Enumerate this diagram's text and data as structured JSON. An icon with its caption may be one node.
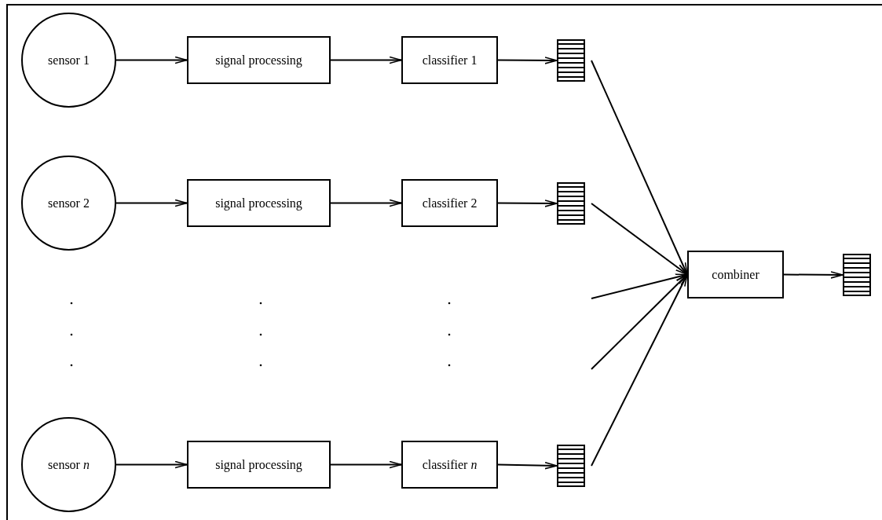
{
  "diagram": {
    "nodes": [
      {
        "text": [
          "sensor 1"
        ]
      },
      {
        "text": [
          "signal processing"
        ]
      },
      {
        "text": [
          "classifier 1"
        ]
      },
      {
        "text": [],
        "shape": "box"
      },
      {
        "text": [
          "sensor 2"
        ]
      },
      {
        "text": [
          "signal processing"
        ]
      },
      {
        "text": [
          "classifier 2"
        ]
      },
      {
        "text": [],
        "shape": "box"
      },
      {
        "text": [
          "combiner"
        ]
      },
      {
        "text": [],
        "shape": "box"
      },
      {
        "text": [
          "sensor *n*"
        ]
      },
      {
        "text": [
          "signal processing"
        ]
      },
      {
        "text": [
          "classifier *n*"
        ]
      },
      {
        "text": [],
        "shape": "box"
      }
    ],
    "edges": [
      {
        "from": 0,
        "to": 1,
        "arrow": "to"
      },
      {
        "from": 1,
        "to": 2,
        "arrow": "to"
      },
      {
        "from": 2,
        "to": 3,
        "arrow": "to"
      },
      {
        "from": 4,
        "to": 5,
        "arrow": "to"
      },
      {
        "from": 5,
        "to": 6,
        "arrow": "to"
      },
      {
        "from": 6,
        "to": 7,
        "arrow": "to"
      },
      {
        "from": 10,
        "to": 11,
        "arrow": "to"
      },
      {
        "from": 11,
        "to": 12,
        "arrow": "to"
      },
      {
        "from": 12,
        "to": 13,
        "arrow": "to"
      },
      {
        "from": 3,
        "to": 8,
        "arrow": "to"
      },
      {
        "from": 7,
        "to": 8,
        "arrow": "to"
      },
      {
        "from": null,
        "to": 8,
        "arrow": "to"
      },
      {
        "from": null,
        "to": 8,
        "arrow": "to"
      },
      {
        "from": 13,
        "to": 8,
        "arrow": "to"
      },
      {
        "from": 8,
        "to": 9,
        "arrow": "to"
      }
    ]
  }
}
